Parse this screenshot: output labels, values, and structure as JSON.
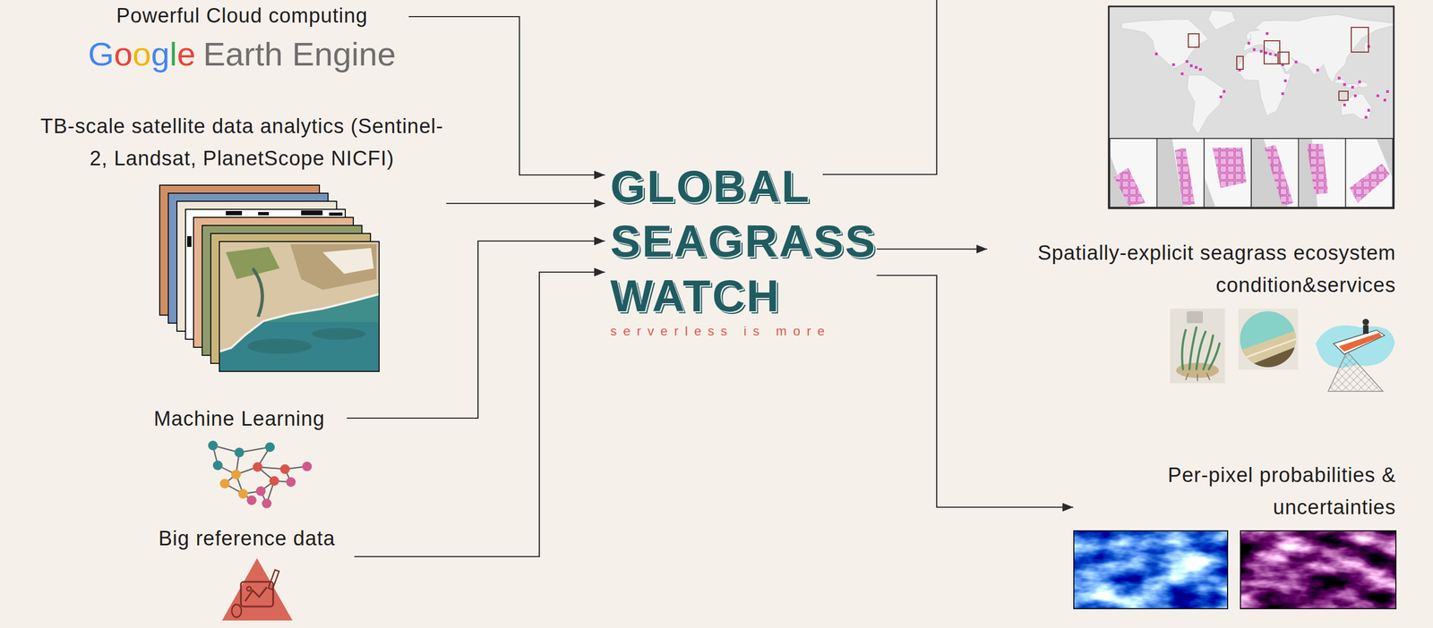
{
  "diagram": {
    "nodes": [
      {
        "text": [
          "Powerful Cloud computing",
          "Google",
          "Earth Engine"
        ]
      },
      {
        "text": [
          "TB-scale satellite data analytics (Sentinel-2, Landsat, PlanetScope NICFI)"
        ]
      },
      {
        "text": [
          "Machine Learning"
        ]
      },
      {
        "text": [
          "Big reference data"
        ]
      },
      {
        "text": [
          "GLOBAL SEAGRASS WATCH",
          "serverless is more"
        ]
      },
      {
        "text": [
          "Spatially-explicit seagrass ecosystem condition&services"
        ]
      },
      {
        "text": [
          "Per-pixel probabilities & uncertainties"
        ]
      }
    ],
    "edges": [
      {
        "from": 0,
        "to": 4,
        "arrow": "to"
      },
      {
        "from": 1,
        "to": 4,
        "arrow": "to"
      },
      {
        "from": 2,
        "to": 4,
        "arrow": "to"
      },
      {
        "from": 3,
        "to": 4,
        "arrow": "to"
      },
      {
        "from": 4,
        "to": 5,
        "arrow": "to"
      },
      {
        "from": 4,
        "to": 6,
        "arrow": "to"
      }
    ]
  }
}
